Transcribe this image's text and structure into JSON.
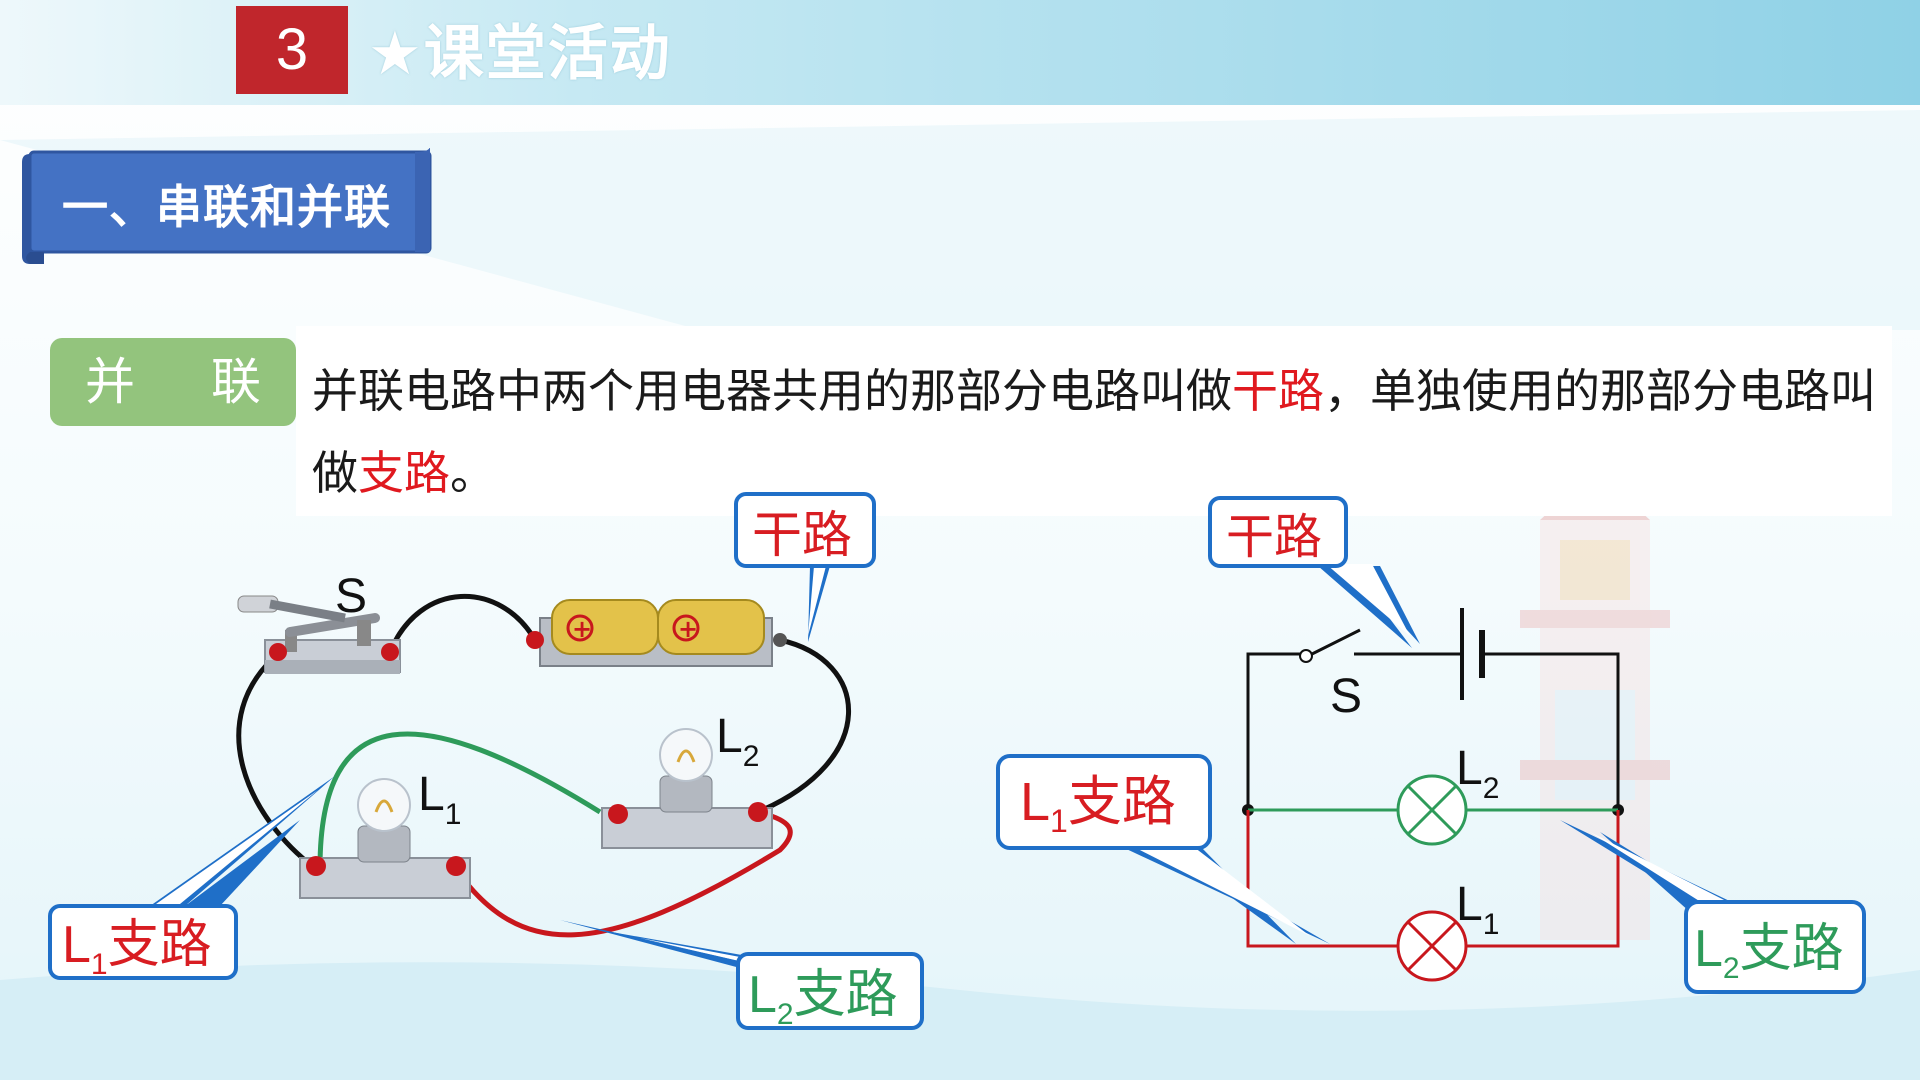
{
  "header": {
    "number": "3",
    "title": "★课堂活动"
  },
  "banner": {
    "title": "一、串联和并联"
  },
  "tag": {
    "label": "并 联"
  },
  "paragraph": {
    "part1": "并联电路中两个用电器共用的那部分电路叫做",
    "term1": "干路",
    "part2": "，单独使用的那部分电路叫做",
    "term2": "支路",
    "part3": "。"
  },
  "physical_circuit": {
    "switch_label": "S",
    "lamp1_label": "L",
    "lamp1_sub": "1",
    "lamp2_label": "L",
    "lamp2_sub": "2",
    "battery_sign": "+",
    "callout_trunk": "干路",
    "callout_l1_main": "L",
    "callout_l1_sub": "1",
    "callout_l1_rest": "支路",
    "callout_l2_main": "L",
    "callout_l2_sub": "2",
    "callout_l2_rest": "支路"
  },
  "schematic": {
    "switch_label": "S",
    "lamp1_label": "L",
    "lamp1_sub": "1",
    "lamp2_label": "L",
    "lamp2_sub": "2",
    "callout_trunk": "干路",
    "callout_l1_main": "L",
    "callout_l1_sub": "1",
    "callout_l1_rest": "支路",
    "callout_l2_main": "L",
    "callout_l2_sub": "2",
    "callout_l2_rest": "支路"
  },
  "colors": {
    "red": "#e0191f",
    "green": "#2e9b5a",
    "black": "#111111",
    "callout_border": "#1f6fc8",
    "banner_blue": "#4472c4",
    "tag_green": "#93c47d",
    "header_red": "#c0262c"
  }
}
